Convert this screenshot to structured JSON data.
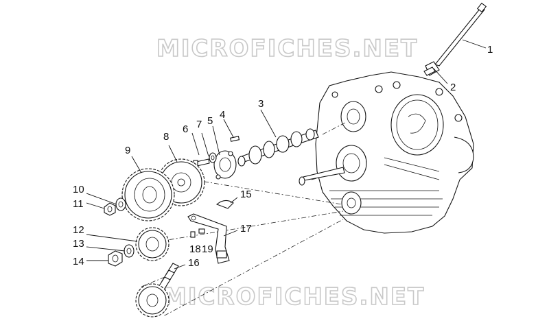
{
  "watermark": {
    "top": "MICROFICHES.NET",
    "bottom": "MICROFICHES.NET"
  },
  "callouts": [
    "1",
    "2",
    "3",
    "4",
    "5",
    "6",
    "7",
    "8",
    "9",
    "10",
    "11",
    "12",
    "13",
    "14",
    "15",
    "16",
    "17",
    "18",
    "19"
  ]
}
